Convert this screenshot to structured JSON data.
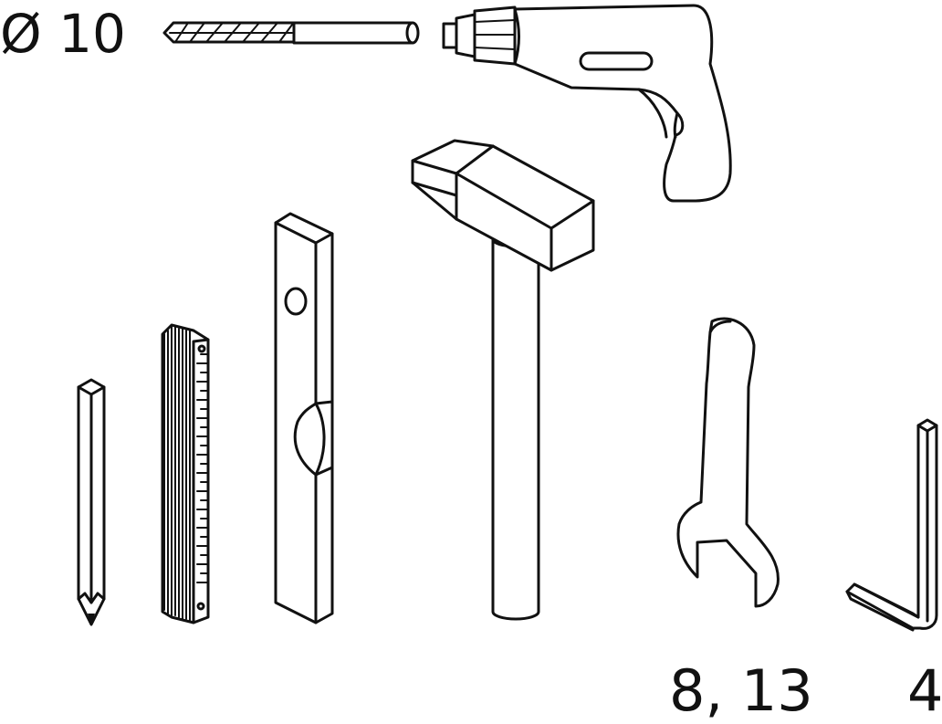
{
  "labels": {
    "drill_bit_size": "Ø 10",
    "wrench_sizes": "8, 13",
    "hex_key_size": "4"
  },
  "icons": [
    "drill-bit-icon",
    "power-drill-icon",
    "hammer-icon",
    "pencil-icon",
    "folding-ruler-icon",
    "spirit-level-icon",
    "open-end-wrench-icon",
    "hex-key-icon"
  ],
  "colors": {
    "line": "#111111",
    "background": "#ffffff"
  }
}
